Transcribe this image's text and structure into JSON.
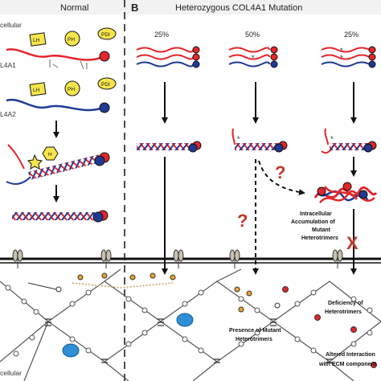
{
  "panel_a": {
    "title": "Normal",
    "label_intracellular": "cellular",
    "label_chain1": "L4A1",
    "label_chain2": "L4A2",
    "label_extracellular": "cellular",
    "domains": {
      "lh": "LH",
      "ph": "PH",
      "pdi": "PDI",
      "h": "H"
    }
  },
  "panel_b": {
    "letter": "B",
    "title": "Heterozygous COL4A1 Mutation",
    "percentages": [
      "25%",
      "50%",
      "25%"
    ],
    "question_mark": "?",
    "x_mark": "X",
    "annotations": {
      "intracellular": [
        "Intracellular",
        "Accumulation of",
        "Mutant",
        "Heterotrimers"
      ],
      "deficiency": [
        "Deficiency of",
        "Heterotrimers"
      ],
      "presence": [
        "Presence of Mutant",
        "Heterotrimers"
      ],
      "altered": [
        "Altered Interaction",
        "with ECM component"
      ]
    }
  },
  "colors": {
    "red": "#e3262b",
    "blue": "#1f3a93",
    "membrane": "#1a1a1a",
    "cell": "#2f8fd6"
  }
}
